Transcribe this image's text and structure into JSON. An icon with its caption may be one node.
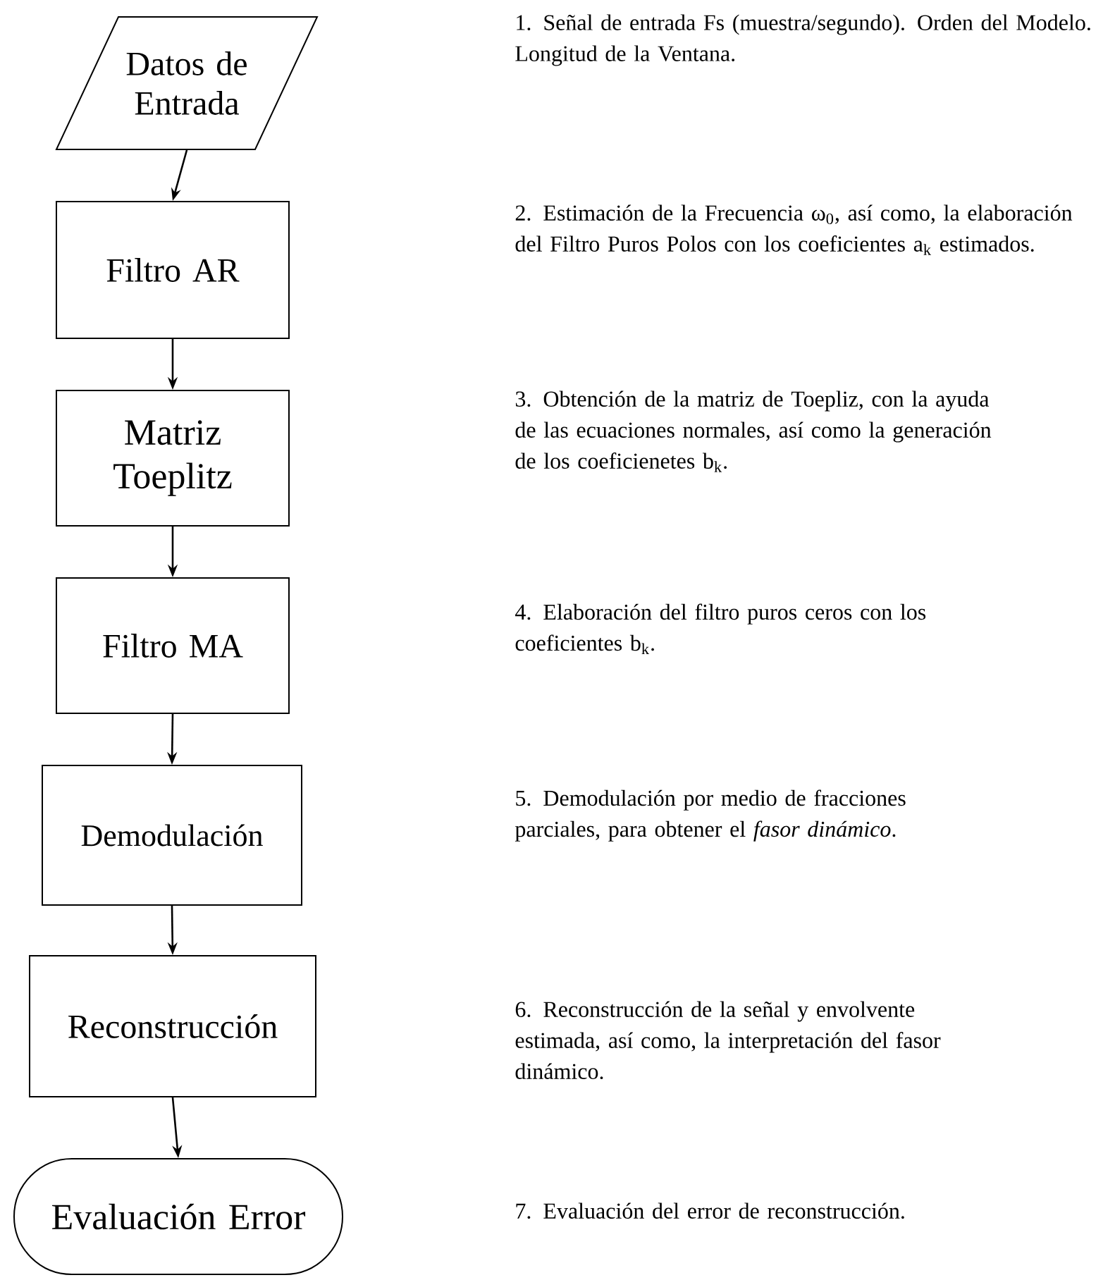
{
  "diagram": {
    "nodes": [
      {
        "text": [
          "Datos de Entrada"
        ]
      },
      {
        "text": [
          "Filtro AR"
        ]
      },
      {
        "text": [
          "Matriz Toeplitz"
        ]
      },
      {
        "text": [
          "Filtro MA"
        ]
      },
      {
        "text": [
          "Demodulación"
        ]
      },
      {
        "text": [
          "Reconstrucción"
        ]
      },
      {
        "text": [
          "Evaluación Error"
        ]
      }
    ],
    "edges": [
      {
        "from": 0,
        "to": 1,
        "arrow": "to"
      },
      {
        "from": 1,
        "to": 2,
        "arrow": "to"
      },
      {
        "from": 2,
        "to": 3,
        "arrow": "to"
      },
      {
        "from": 3,
        "to": 4,
        "arrow": "to"
      },
      {
        "from": 4,
        "to": 5,
        "arrow": "to"
      },
      {
        "from": 5,
        "to": 6,
        "arrow": "to"
      }
    ],
    "labels": [
      "1. Señal de entrada Fs (muestra/segundo). Orden del Modelo. Longitud de la Ventana.",
      "2. Estimación de la Frecuencia ω$_{0}$, así como, la elaboración del Filtro Puros Polos con los coeficientes a$_{k}$ estimados.",
      "3. Obtención de la matriz de Toepliz, con la ayuda de las ecuaciones normales, así como la generación de los coeficienetes b$_{k}$.",
      "4. Elaboración del filtro puros ceros con los coeficientes b$_{k}$.",
      "5. Demodulación por medio de fracciones parciales, para obtener el *fasor dinámico*.",
      "6. Reconstrucción de la señal y envolvente estimada, así como, la interpretación del fasor dinámico.",
      "7. Evaluación del error de reconstrucción."
    ]
  }
}
